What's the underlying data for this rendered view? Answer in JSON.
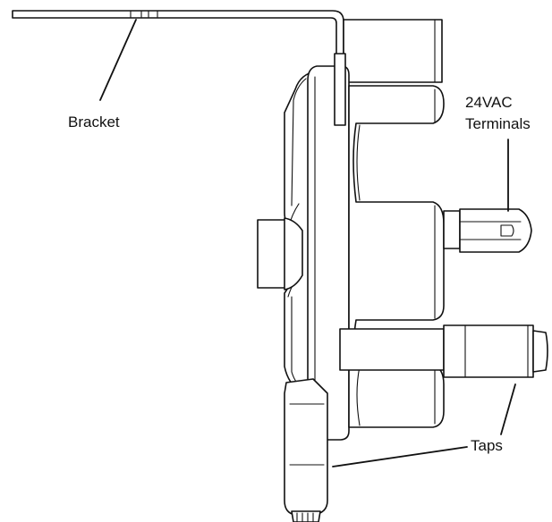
{
  "labels": {
    "bracket": "Bracket",
    "terminals_line1": "24VAC",
    "terminals_line2": "Terminals",
    "taps": "Taps"
  }
}
